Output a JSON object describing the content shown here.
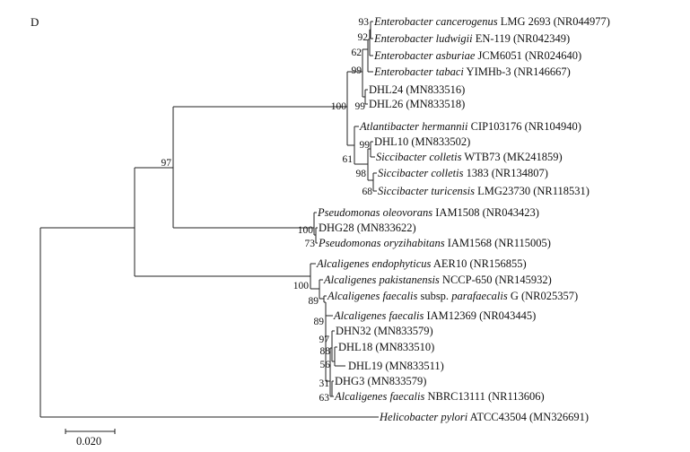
{
  "panel_label": "D",
  "scale_bar": {
    "label": "0.020"
  },
  "colors": {
    "branch": "#222222",
    "text": "#111111"
  },
  "taxa": {
    "t1": {
      "name": "Enterobacter cancerogenus",
      "strain": " LMG 2693 (NR044977)"
    },
    "t2": {
      "name": "Enterobacter ludwigii",
      "strain": " EN-119 (NR042349)"
    },
    "t3": {
      "name": "Enterobacter asburiae",
      "strain": " JCM6051 (NR024640)"
    },
    "t4": {
      "name": "Enterobacter tabaci",
      "strain": " YIMHb-3 (NR146667)"
    },
    "t5": {
      "name": "",
      "strain": "DHL24 (MN833516)"
    },
    "t6": {
      "name": "",
      "strain": "DHL26 (MN833518)"
    },
    "t7": {
      "name": "Atlantibacter hermannii",
      "strain": " CIP103176 (NR104940)"
    },
    "t8": {
      "name": "",
      "strain": "DHL10 (MN833502)"
    },
    "t9": {
      "name": "Siccibacter colletis",
      "strain": " WTB73 (MK241859)"
    },
    "t10": {
      "name": "Siccibacter colletis",
      "strain": " 1383 (NR134807)"
    },
    "t11": {
      "name": "Siccibacter turicensis",
      "strain": " LMG23730 (NR118531)"
    },
    "t12": {
      "name": "Pseudomonas oleovorans",
      "strain": " IAM1508 (NR043423)"
    },
    "t13": {
      "name": "",
      "strain": "DHG28 (MN833622)"
    },
    "t14": {
      "name": "Pseudomonas oryzihabitans",
      "strain": " IAM1568 (NR115005)"
    },
    "t15": {
      "name": "Alcaligenes endophyticus",
      "strain": " AER10 (NR156855)"
    },
    "t16": {
      "name": "Alcaligenes pakistanensis",
      "strain": " NCCP-650 (NR145932)"
    },
    "t17": {
      "name": "Alcaligenes faecalis",
      "mid": " subsp. ",
      "name2": "parafaecalis",
      "strain": " G (NR025357)"
    },
    "t18": {
      "name": "Alcaligenes faecalis",
      "strain": " IAM12369 (NR043445)"
    },
    "t19": {
      "name": "",
      "strain": "DHN32 (MN833579)"
    },
    "t20": {
      "name": "",
      "strain": "DHL18 (MN833510)"
    },
    "t21": {
      "name": "",
      "strain": "DHL19 (MN833511)"
    },
    "t22": {
      "name": "",
      "strain": "DHG3 (MN833579)"
    },
    "t23": {
      "name": "Alcaligenes faecalis",
      "strain": " NBRC13111 (NR113606)"
    },
    "t24": {
      "name": "Helicobacter pylori",
      "strain": " ATCC43504 (MN326691)"
    }
  },
  "bootstrap": {
    "b1": "93",
    "b2": "92",
    "b3": "62",
    "b4": "99",
    "b5": "99",
    "b6": "100",
    "b7": "99",
    "b8": "61",
    "b9": "98",
    "b10": "68",
    "b11": "97",
    "b12": "100",
    "b13": "73",
    "b14": "100",
    "b15": "89",
    "b16": "89",
    "b17": "97",
    "b18": "88",
    "b19": "56",
    "b20": "31",
    "b21": "63"
  }
}
